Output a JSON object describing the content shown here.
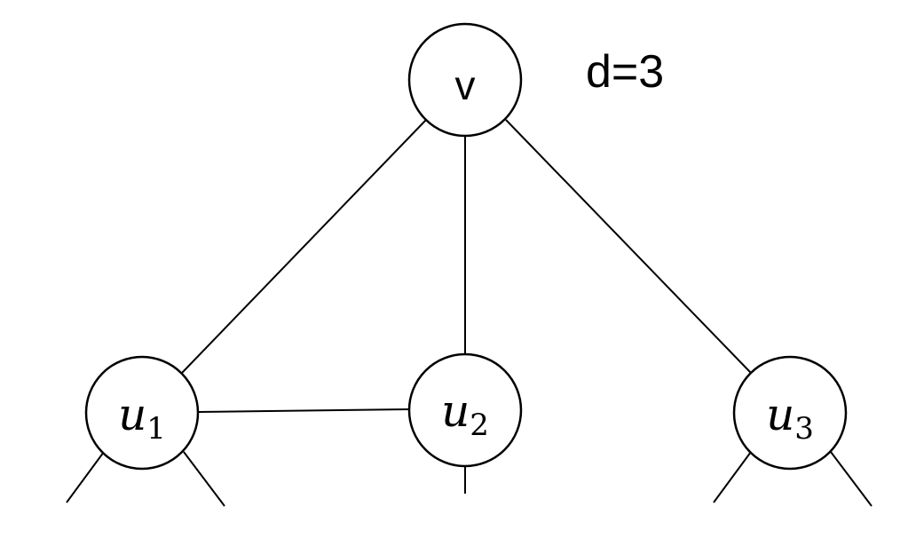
{
  "diagram": {
    "annotation": "d=3",
    "nodes": {
      "v": {
        "label": "v"
      },
      "u1": {
        "label": "u",
        "subscript": "1"
      },
      "u2": {
        "label": "u",
        "subscript": "2"
      },
      "u3": {
        "label": "u",
        "subscript": "3"
      }
    },
    "edges": [
      {
        "from": "v",
        "to": "u1"
      },
      {
        "from": "v",
        "to": "u2"
      },
      {
        "from": "v",
        "to": "u3"
      },
      {
        "from": "u1",
        "to": "u2"
      }
    ]
  }
}
